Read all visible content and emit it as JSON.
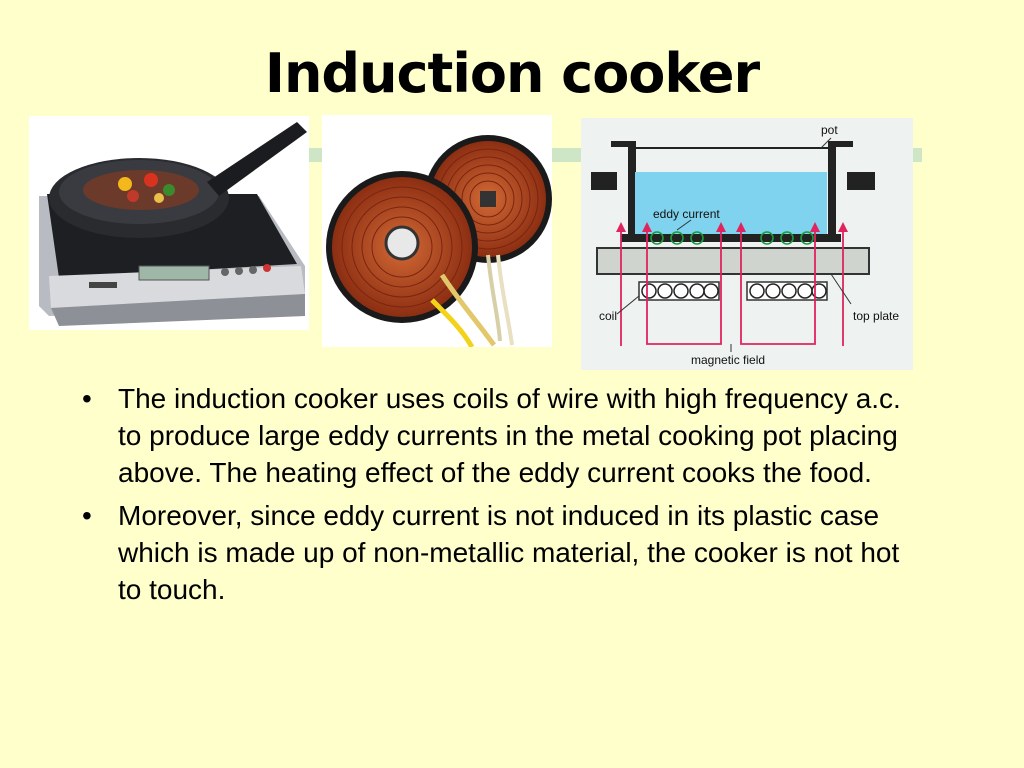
{
  "slide": {
    "title": "Induction cooker",
    "bullets": [
      "The induction cooker uses coils of wire with high frequency a.c. to produce large eddy currents in the metal cooking pot placing above. The heating effect of the eddy current cooks the food.",
      "Moreover, since eddy current is not induced in its plastic case which is made up of non-metallic material, the cooker is not hot to touch."
    ]
  },
  "diagram": {
    "labels": {
      "pot": "pot",
      "eddy_current": "eddy current",
      "coil": "coil",
      "top_plate": "top plate",
      "magnetic_field": "magnetic field"
    }
  },
  "colors": {
    "background": "#ffffcc",
    "accent_rule": "#cfe6c6",
    "field_lines": "#e0245e",
    "eddy": "#1a9c3a",
    "water": "#7fd3ee",
    "coil_copper": "#b4471c"
  }
}
